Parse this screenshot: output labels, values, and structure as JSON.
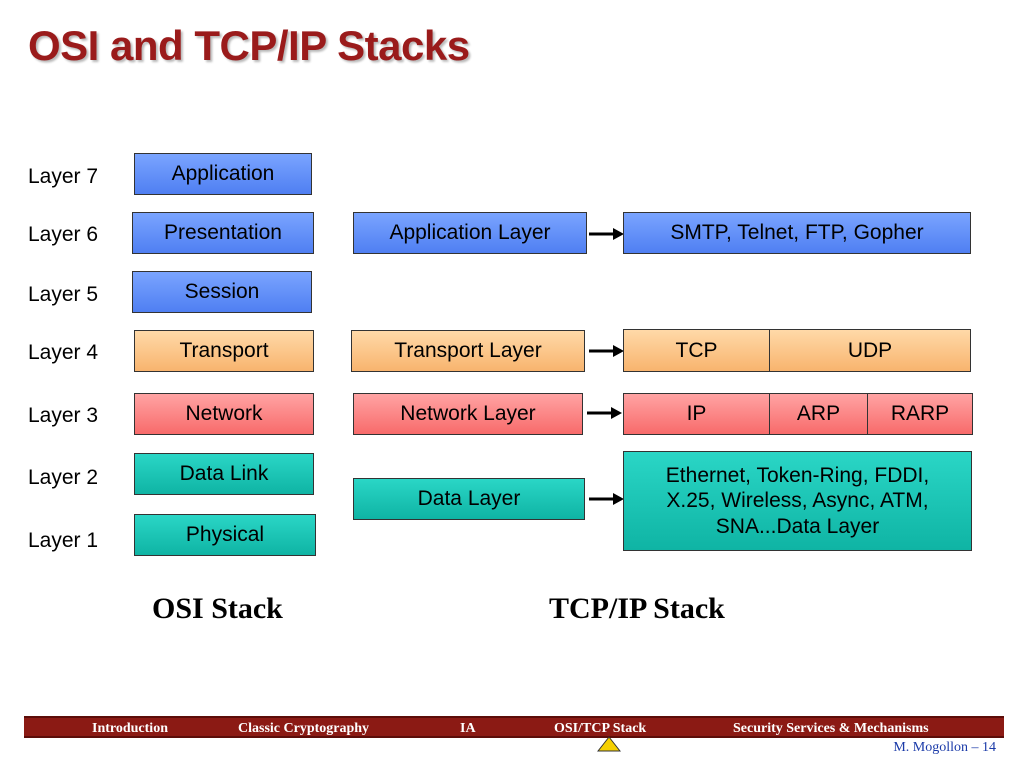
{
  "title": "OSI and TCP/IP Stacks",
  "layers": [
    "Layer 7",
    "Layer 6",
    "Layer 5",
    "Layer 4",
    "Layer 3",
    "Layer 2",
    "Layer 1"
  ],
  "osi": [
    "Application",
    "Presentation",
    "Session",
    "Transport",
    "Network",
    "Data Link",
    "Physical"
  ],
  "tcpip": {
    "application": "Application Layer",
    "transport": "Transport Layer",
    "network": "Network Layer",
    "data": "Data Layer"
  },
  "protocols": {
    "application": "SMTP, Telnet, FTP, Gopher",
    "tcp": "TCP",
    "udp": "UDP",
    "ip": "IP",
    "arp": "ARP",
    "rarp": "RARP",
    "data_line1": "Ethernet, Token-Ring, FDDI,",
    "data_line2": "X.25, Wireless, Async, ATM,",
    "data_line3": "SNA...Data Layer"
  },
  "captions": {
    "osi": "OSI Stack",
    "tcpip": "TCP/IP Stack"
  },
  "footer": {
    "items": [
      "Introduction",
      "Classic Cryptography",
      "IA",
      "OSI/TCP Stack",
      "Security Services & Mechanisms"
    ],
    "page": "M. Mogollon – 14"
  },
  "colors": {
    "title": "#9a1b1b",
    "application": "#4f7ff2",
    "transport": "#f8b46e",
    "network": "#f86b6b",
    "data": "#0fb4a4",
    "footer": "#8b1a14"
  },
  "icons": {
    "footer_marker": "warning-triangle-icon",
    "arrow": "arrow-right-icon"
  }
}
